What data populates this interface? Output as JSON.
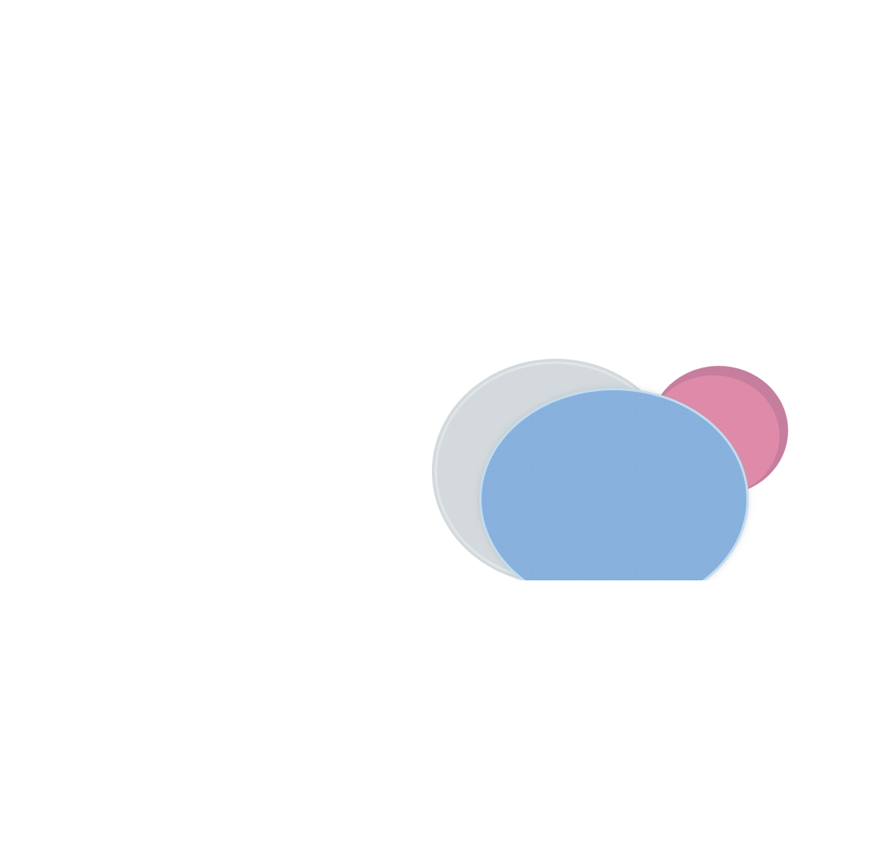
{
  "background": "#ffffff",
  "shapes": [
    {
      "name": "grey-disc",
      "fill": "#d3d9dc",
      "rim": "#e6eaec"
    },
    {
      "name": "pink-disc",
      "fill": "#e08aa9",
      "edge": "#c67e9f"
    },
    {
      "name": "blue-disc",
      "fill": "#88b1de",
      "rim": "#c3dcee",
      "texture": "fine-dot-mesh"
    }
  ]
}
